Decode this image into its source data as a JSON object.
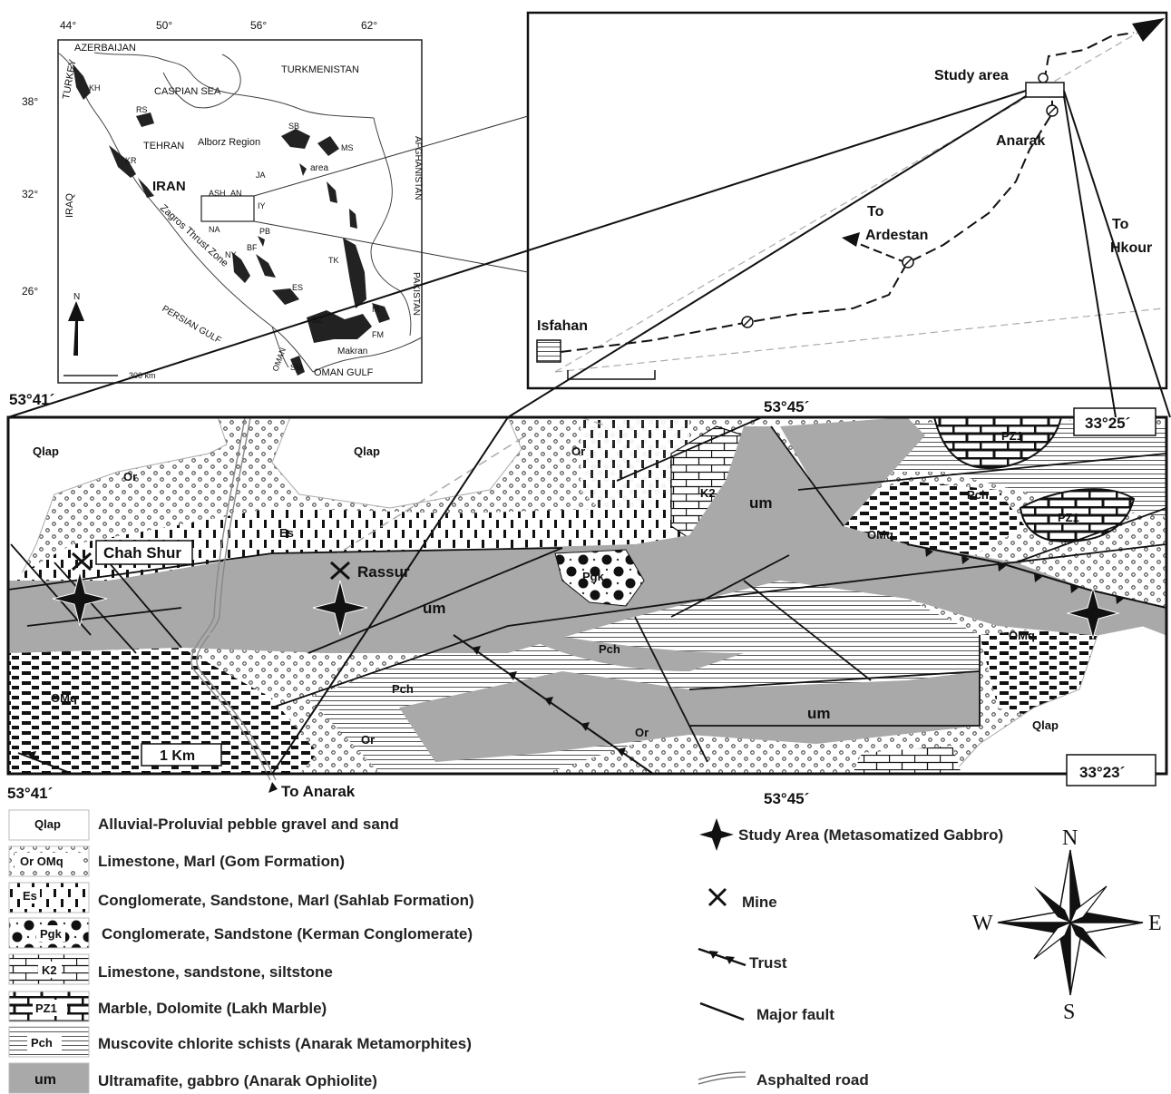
{
  "inset_iran": {
    "lon_ticks": [
      "44°",
      "50°",
      "56°",
      "62°"
    ],
    "lat_ticks": [
      "38°",
      "32°",
      "26°"
    ],
    "countries": [
      "AZERBAIJAN",
      "TURKEY",
      "TURKMENISTAN",
      "IRAQ",
      "AFGHANISTAN",
      "PAKISTAN"
    ],
    "seas": [
      "CASPIAN SEA",
      "PERSIAN GULF",
      "OMAN GULF",
      "OMAN"
    ],
    "iran_label": "IRAN",
    "tehran_label": "TEHRAN",
    "alborz_label": "Alborz Region",
    "area_label": "area",
    "zagros_label": "Zagros Thrust Zone",
    "makran_label": "Makran",
    "north_label": "N",
    "scale_label": "300 km",
    "codes": [
      "KH",
      "RS",
      "KR",
      "SB",
      "MS",
      "JA",
      "ASH",
      "AN",
      "NA",
      "IY",
      "PB",
      "BF",
      "NY",
      "TK",
      "ES",
      "BZ",
      "IR",
      "FM",
      "SM"
    ]
  },
  "inset_route": {
    "study_area": "Study area",
    "anarak": "Anarak",
    "to_ardestan_1": "To",
    "to_ardestan_2": "Ardestan",
    "to_khour_1": "To",
    "to_khour_2": "Hkour",
    "isfahan": "Isfahan"
  },
  "geo_map": {
    "coord_tl": "53°41´",
    "coord_tm": "53°45´",
    "coord_tr": "33°25´",
    "coord_bl": "53°41´",
    "coord_bm": "53°45´",
    "coord_br": "33°23´",
    "scale": "1 Km",
    "to_anarak": "To Anarak",
    "chah_shur": "Chah Shur",
    "rassur": "Rassur",
    "unit_qlap": "Qlap",
    "unit_or": "Or",
    "unit_omq": "OMq",
    "unit_es": "Es",
    "unit_pgk": "Pgk",
    "unit_k": "K2",
    "unit_pz1": "PZ1",
    "unit_pch": "Pch",
    "unit_um": "um"
  },
  "legend_units": [
    {
      "code": "Qlap",
      "label": "Alluvial-Proluvial pebble gravel and sand"
    },
    {
      "code": "Or  OMq",
      "label": "Limestone, Marl (Gom Formation)"
    },
    {
      "code": "Es",
      "label": "Conglomerate, Sandstone, Marl (Sahlab Formation)"
    },
    {
      "code": "Pgk",
      "label": "Conglomerate, Sandstone (Kerman Conglomerate)"
    },
    {
      "code": "K2",
      "label": "Limestone, sandstone, siltstone"
    },
    {
      "code": "PZ1",
      "label": "Marble, Dolomite (Lakh Marble)"
    },
    {
      "code": "Pch",
      "label": "Muscovite chlorite schists (Anarak Metamorphites)"
    },
    {
      "code": "um",
      "label": "Ultramafite, gabbro (Anarak Ophiolite)"
    }
  ],
  "legend_symbols": [
    {
      "label": "Study Area (Metasomatized Gabbro)"
    },
    {
      "label": "Mine"
    },
    {
      "label": "Trust"
    },
    {
      "label": "Major fault"
    },
    {
      "label": "Asphalted road"
    }
  ],
  "compass": {
    "n": "N",
    "s": "S",
    "w": "W",
    "e": "E"
  },
  "colors": {
    "ultramafite": "#a9a9a9",
    "ink": "#111111"
  }
}
